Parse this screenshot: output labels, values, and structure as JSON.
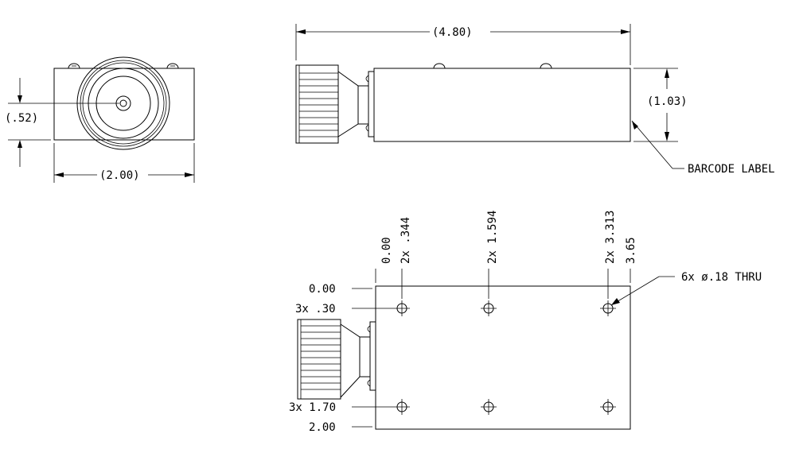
{
  "front_view": {
    "height_dim": "(.52)",
    "width_dim": "(2.00)"
  },
  "side_view": {
    "length_dim": "(4.80)",
    "height_dim": "(1.03)",
    "label_callout": "BARCODE LABEL"
  },
  "hole_layout": {
    "x_dims": [
      "0.00",
      "2x .344",
      "2x 1.594",
      "2x 3.313",
      "3.65"
    ],
    "y_dims": [
      "0.00",
      "3x .30",
      "3x 1.70",
      "2.00"
    ],
    "hole_callout": "6x ø.18 THRU"
  },
  "colors": {
    "line": "#000000",
    "background": "#ffffff"
  }
}
